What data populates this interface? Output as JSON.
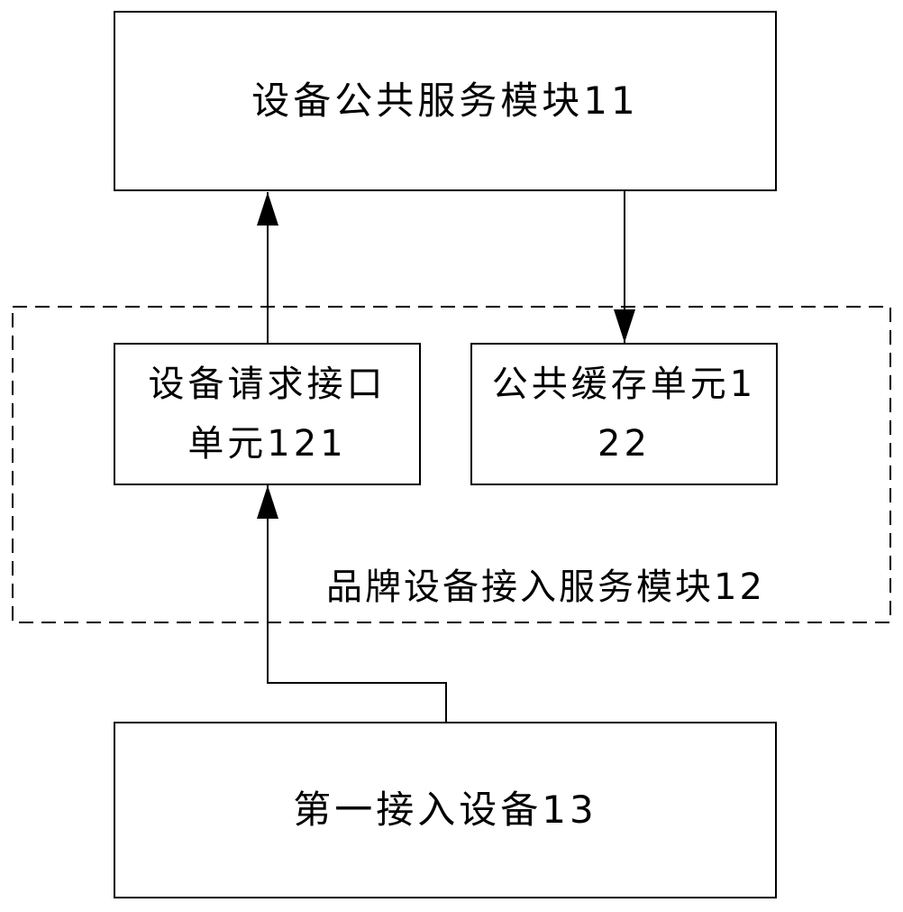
{
  "diagram": {
    "modules": {
      "device_common_service": {
        "label": "设备公共服务模块11"
      },
      "device_request_interface": {
        "label": "设备请求接口单元121"
      },
      "common_cache": {
        "label": "公共缓存单元122"
      },
      "first_access_device": {
        "label": "第一接入设备13"
      }
    },
    "groups": {
      "brand_device_access_service": {
        "label": "品牌设备接入服务模块12"
      }
    },
    "edges": [
      {
        "from": "device_request_interface",
        "to": "device_common_service"
      },
      {
        "from": "device_common_service",
        "to": "common_cache"
      },
      {
        "from": "first_access_device",
        "to": "device_request_interface"
      }
    ]
  }
}
